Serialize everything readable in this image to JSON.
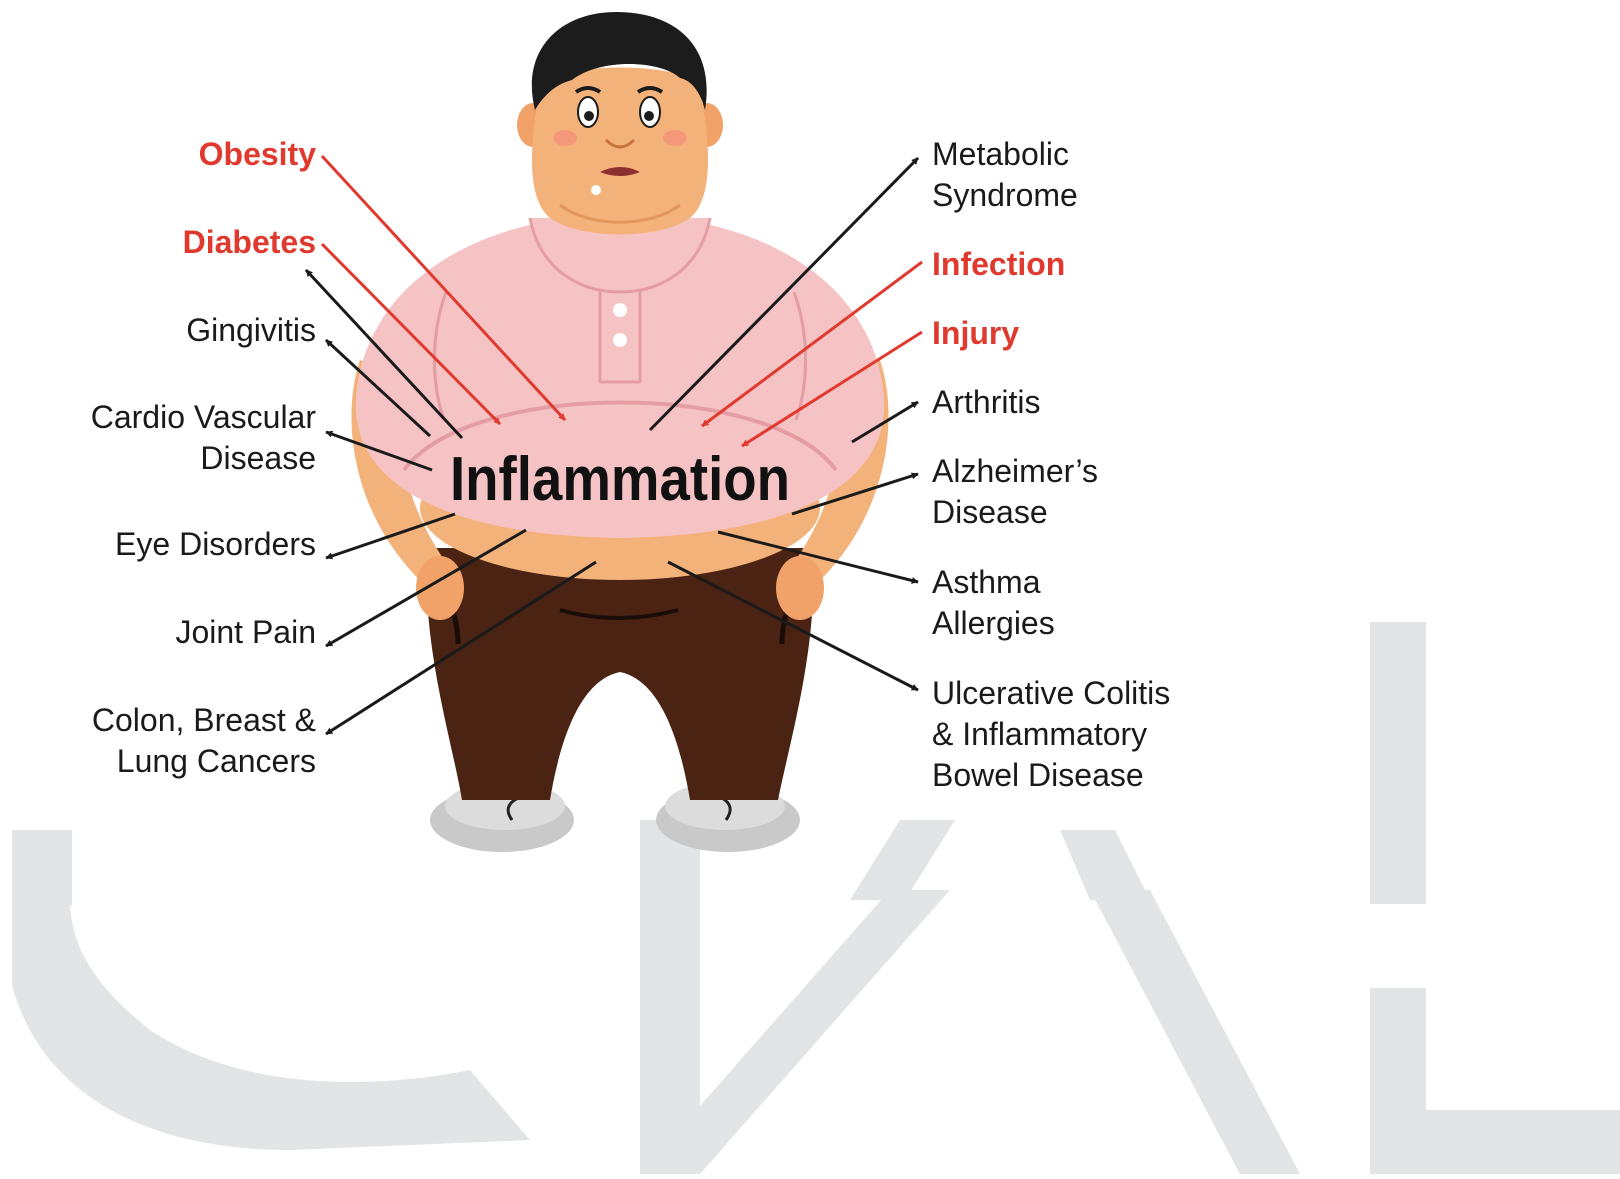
{
  "diagram": {
    "center_label": "Inflammation",
    "colors": {
      "cause": "#e03a2f",
      "effect": "#1a1a1a",
      "shirt": "#f6c3c5",
      "skin": "#f4b27b",
      "pants": "#4a2312",
      "hair": "#1c1c1c",
      "shoe": "#c9c9c9",
      "watermark": "#e3e4e6"
    },
    "causes": [
      {
        "id": "obesity",
        "lines": [
          "Obesity"
        ]
      },
      {
        "id": "diabetes",
        "lines": [
          "Diabetes"
        ]
      },
      {
        "id": "infection",
        "lines": [
          "Infection"
        ]
      },
      {
        "id": "injury",
        "lines": [
          "Injury"
        ]
      }
    ],
    "effects_left": [
      {
        "id": "gingivitis",
        "lines": [
          "Gingivitis"
        ]
      },
      {
        "id": "cardio",
        "lines": [
          "Cardio Vascular",
          "Disease"
        ]
      },
      {
        "id": "eye",
        "lines": [
          "Eye Disorders"
        ]
      },
      {
        "id": "joint",
        "lines": [
          "Joint Pain"
        ]
      },
      {
        "id": "cancers",
        "lines": [
          "Colon, Breast &",
          "Lung Cancers"
        ]
      }
    ],
    "effects_right": [
      {
        "id": "metabolic",
        "lines": [
          "Metabolic",
          "Syndrome"
        ]
      },
      {
        "id": "arthritis",
        "lines": [
          "Arthritis"
        ]
      },
      {
        "id": "alzheimers",
        "lines": [
          "Alzheimer’s",
          "Disease"
        ]
      },
      {
        "id": "asthma",
        "lines": [
          "Asthma",
          "Allergies"
        ]
      },
      {
        "id": "colitis",
        "lines": [
          "Ulcerative Colitis",
          "& Inflammatory",
          "Bowel Disease"
        ]
      }
    ],
    "arrow_links": [
      {
        "from": "obesity",
        "to": "center",
        "kind": "cause"
      },
      {
        "from": "diabetes",
        "to": "center",
        "kind": "cause"
      },
      {
        "from": "infection",
        "to": "center",
        "kind": "cause"
      },
      {
        "from": "injury",
        "to": "center",
        "kind": "cause"
      },
      {
        "from": "center",
        "to": "diabetes",
        "kind": "effect"
      },
      {
        "from": "center",
        "to": "gingivitis",
        "kind": "effect"
      },
      {
        "from": "center",
        "to": "cardio",
        "kind": "effect"
      },
      {
        "from": "center",
        "to": "eye",
        "kind": "effect"
      },
      {
        "from": "center",
        "to": "joint",
        "kind": "effect"
      },
      {
        "from": "center",
        "to": "cancers",
        "kind": "effect"
      },
      {
        "from": "center",
        "to": "metabolic",
        "kind": "effect"
      },
      {
        "from": "center",
        "to": "arthritis",
        "kind": "effect"
      },
      {
        "from": "center",
        "to": "alzheimers",
        "kind": "effect"
      },
      {
        "from": "center",
        "to": "asthma",
        "kind": "effect"
      },
      {
        "from": "center",
        "to": "colitis",
        "kind": "effect"
      }
    ]
  }
}
